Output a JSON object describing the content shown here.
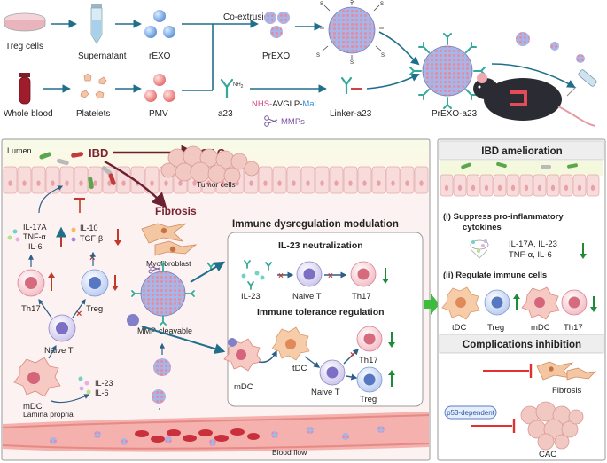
{
  "top": {
    "row1": [
      "Treg cells",
      "Supernatant",
      "rEXO",
      "PrEXO"
    ],
    "coext": "Co-extrusion",
    "row2": [
      "Whole blood",
      "Platelets",
      "PMV",
      "a23",
      "Linker-a23"
    ],
    "nhs_prefix": "NHS-",
    "nhs_mid": "AVGLP-",
    "nhs_suffix": "Mal",
    "mmps": "MMPs",
    "nh2": "NH",
    "nh2_sub": "2",
    "s_marker": "S",
    "final": "PrEXO-a23"
  },
  "left": {
    "lumen": "Lumen",
    "ibd": "IBD",
    "cac": "CAC",
    "tumor": "Tumor cells",
    "fibrosis": "Fibrosis",
    "myofibroblast": "Myofibroblast",
    "cyt_left": [
      "IL-17A",
      "TNF-α",
      "IL-6"
    ],
    "cyt_right": [
      "IL-10",
      "TGF-β"
    ],
    "th17": "Th17",
    "treg": "Treg",
    "naive_t": "Naive T",
    "mdc": "mDC",
    "il23": "IL-23",
    "il6": "IL-6",
    "lamina": "Lamina propria",
    "mmp_cleavable": "MMP-cleavable",
    "blood_flow": "Blood flow",
    "idm_title": "Immune dysregulation modulation",
    "il23n_title": "IL-23 neutralization",
    "il23n": [
      "IL-23",
      "Naive T",
      "Th17"
    ],
    "itr_title": "Immune tolerance regulation",
    "itr": [
      "mDC",
      "tDC",
      "Naive T",
      "Th17",
      "Treg"
    ]
  },
  "right": {
    "title1": "IBD amelioration",
    "s1_head": "(i) Suppress pro-inflammatory",
    "s1_head2": "cytokines",
    "s1_line1": "IL-17A, IL-23",
    "s1_line2": "TNF-α, IL-6",
    "s2_head": "(ii) Regulate immune cells",
    "cells": [
      "tDC",
      "Treg",
      "mDC",
      "Th17"
    ],
    "title2": "Complications inhibition",
    "fibrosis": "Fibrosis",
    "p53": "p53-dependent",
    "cac": "CAC"
  },
  "colors": {
    "teal": "#1f7a8c",
    "red_arrow": "#c0392b",
    "green_arrow": "#1e8a3a",
    "ibd_red": "#7b2230",
    "big_green": "#3dbb3d"
  }
}
